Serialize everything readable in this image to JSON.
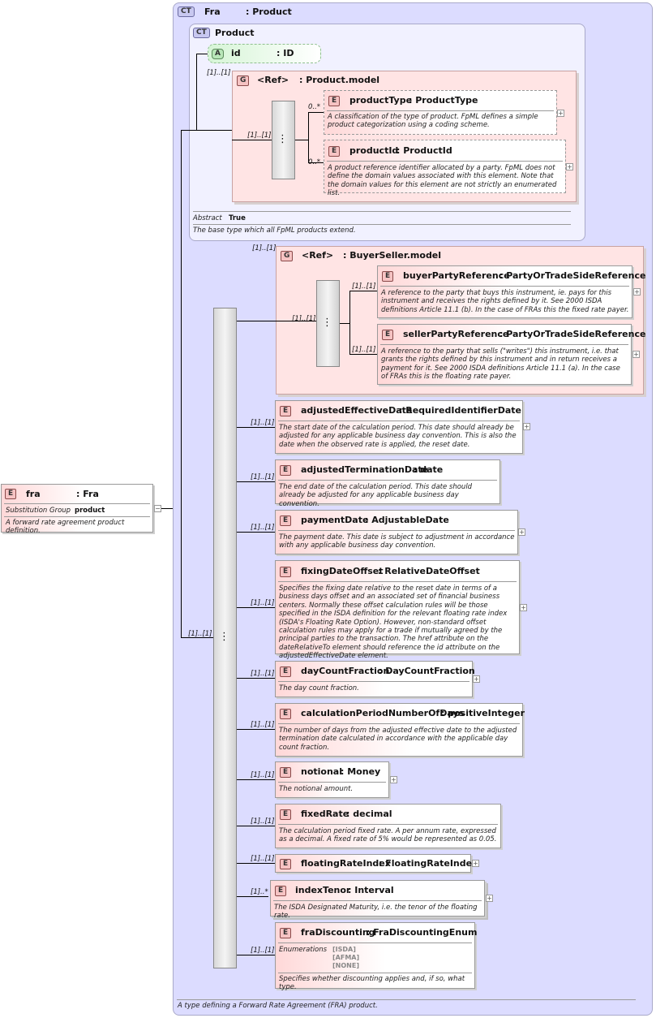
{
  "root": {
    "badge": "E",
    "name": "fra",
    "type": ": Fra",
    "subst_label": "Substitution Group",
    "subst_value": "product",
    "doc": "A forward rate agreement product definition."
  },
  "fra_type": {
    "badge": "CT",
    "name": "Fra",
    "base": ": Product",
    "footer_doc": "A type defining a Forward Rate Agreement (FRA) product."
  },
  "product": {
    "badge": "CT",
    "name": "Product",
    "attr_badge": "A",
    "attr_name": "id",
    "attr_type": ": ID",
    "attr_card": "[1]..[1]",
    "model_card": "[1]..[1]",
    "abstract_label": "Abstract",
    "abstract_value": "True",
    "doc": "The base type which all FpML products extend."
  },
  "product_model": {
    "badge": "G",
    "ref": "<Ref>",
    "name": ": Product.model",
    "children": [
      {
        "badge": "E",
        "card": "0..*",
        "name": "productType",
        "type": ": ProductType",
        "doc": "A classification of the type of product. FpML defines a simple product categorization using a coding scheme."
      },
      {
        "badge": "E",
        "card": "0..*",
        "name": "productId",
        "type": ": ProductId",
        "doc": "A product reference identifier allocated by a party. FpML does not define the domain values associated with this element. Note that the domain values for this element are not strictly an enumerated list."
      }
    ]
  },
  "main_seq_card": "[1]..[1]",
  "buyer_seller": {
    "card": "[1]..[1]",
    "seq_card": "[1]..[1]",
    "badge": "G",
    "ref": "<Ref>",
    "name": ": BuyerSeller.model",
    "children": [
      {
        "badge": "E",
        "card": "[1]..[1]",
        "name": "buyerPartyReference",
        "type": ": PartyOrTradeSideReference",
        "doc": "A reference to the party that buys this instrument, ie. pays for this instrument and receives the rights defined by it. See 2000 ISDA definitions Article 11.1 (b). In the case of FRAs this the fixed rate payer."
      },
      {
        "badge": "E",
        "card": "[1]..[1]",
        "name": "sellerPartyReference",
        "type": ": PartyOrTradeSideReference",
        "doc": "A reference to the party that sells (\"writes\") this instrument, i.e. that grants the rights defined by this instrument and in return receives a payment for it. See 2000 ISDA definitions Article 11.1 (a). In the case of FRAs this is the floating rate payer."
      }
    ]
  },
  "elements": [
    {
      "badge": "E",
      "card": "[1]..[1]",
      "name": "adjustedEffectiveDate",
      "type": ": RequiredIdentifierDate",
      "doc": "The start date of the calculation period. This date should already be adjusted for any applicable business day convention. This is also the date when the observed rate is applied, the reset date."
    },
    {
      "badge": "E",
      "card": "[1]..[1]",
      "name": "adjustedTerminationDate",
      "type": ": date",
      "doc": "The end date of the calculation period. This date should already be adjusted for any applicable business day convention."
    },
    {
      "badge": "E",
      "card": "[1]..[1]",
      "name": "paymentDate",
      "type": ": AdjustableDate",
      "doc": "The payment date. This date is subject to adjustment in accordance with any applicable business day convention."
    },
    {
      "badge": "E",
      "card": "[1]..[1]",
      "name": "fixingDateOffset",
      "type": ": RelativeDateOffset",
      "doc": "Specifies the fixing date relative to the reset date in terms of a business days offset and an associated set of financial business centers. Normally these offset calculation rules will be those specified in the ISDA definition for the relevant floating rate index (ISDA's Floating Rate Option). However, non-standard offset calculation rules may apply for a trade if mutually agreed by the principal parties to the transaction. The href attribute on the dateRelativeTo element should reference the id attribute on the adjustedEffectiveDate element."
    },
    {
      "badge": "E",
      "card": "[1]..[1]",
      "name": "dayCountFraction",
      "type": ": DayCountFraction",
      "doc": "The day count fraction."
    },
    {
      "badge": "E",
      "card": "[1]..[1]",
      "name": "calculationPeriodNumberOfDays",
      "type": ": positiveInteger",
      "doc": "The number of days from the adjusted effective date to the adjusted termination date calculated in accordance with the applicable day count fraction."
    },
    {
      "badge": "E",
      "card": "[1]..[1]",
      "name": "notional",
      "type": ": Money",
      "doc": "The notional amount."
    },
    {
      "badge": "E",
      "card": "[1]..[1]",
      "name": "fixedRate",
      "type": ": decimal",
      "doc": "The calculation period fixed rate. A per annum rate, expressed as a decimal. A fixed rate of 5% would be represented as 0.05."
    },
    {
      "badge": "E",
      "card": "[1]..[1]",
      "name": "floatingRateIndex",
      "type": ": FloatingRateIndex",
      "doc": ""
    },
    {
      "badge": "E",
      "card": "[1]..*",
      "name": "indexTenor",
      "type": ": Interval",
      "doc": "The ISDA Designated Maturity, i.e. the tenor of the floating rate."
    },
    {
      "badge": "E",
      "card": "[1]..[1]",
      "name": "fraDiscounting",
      "type": ": FraDiscountingEnum",
      "enum_label": "Enumerations",
      "enum_values": [
        "[ISDA]",
        "[AFMA]",
        "[NONE]"
      ],
      "doc": "Specifies whether discounting applies and, if so, what type."
    }
  ]
}
